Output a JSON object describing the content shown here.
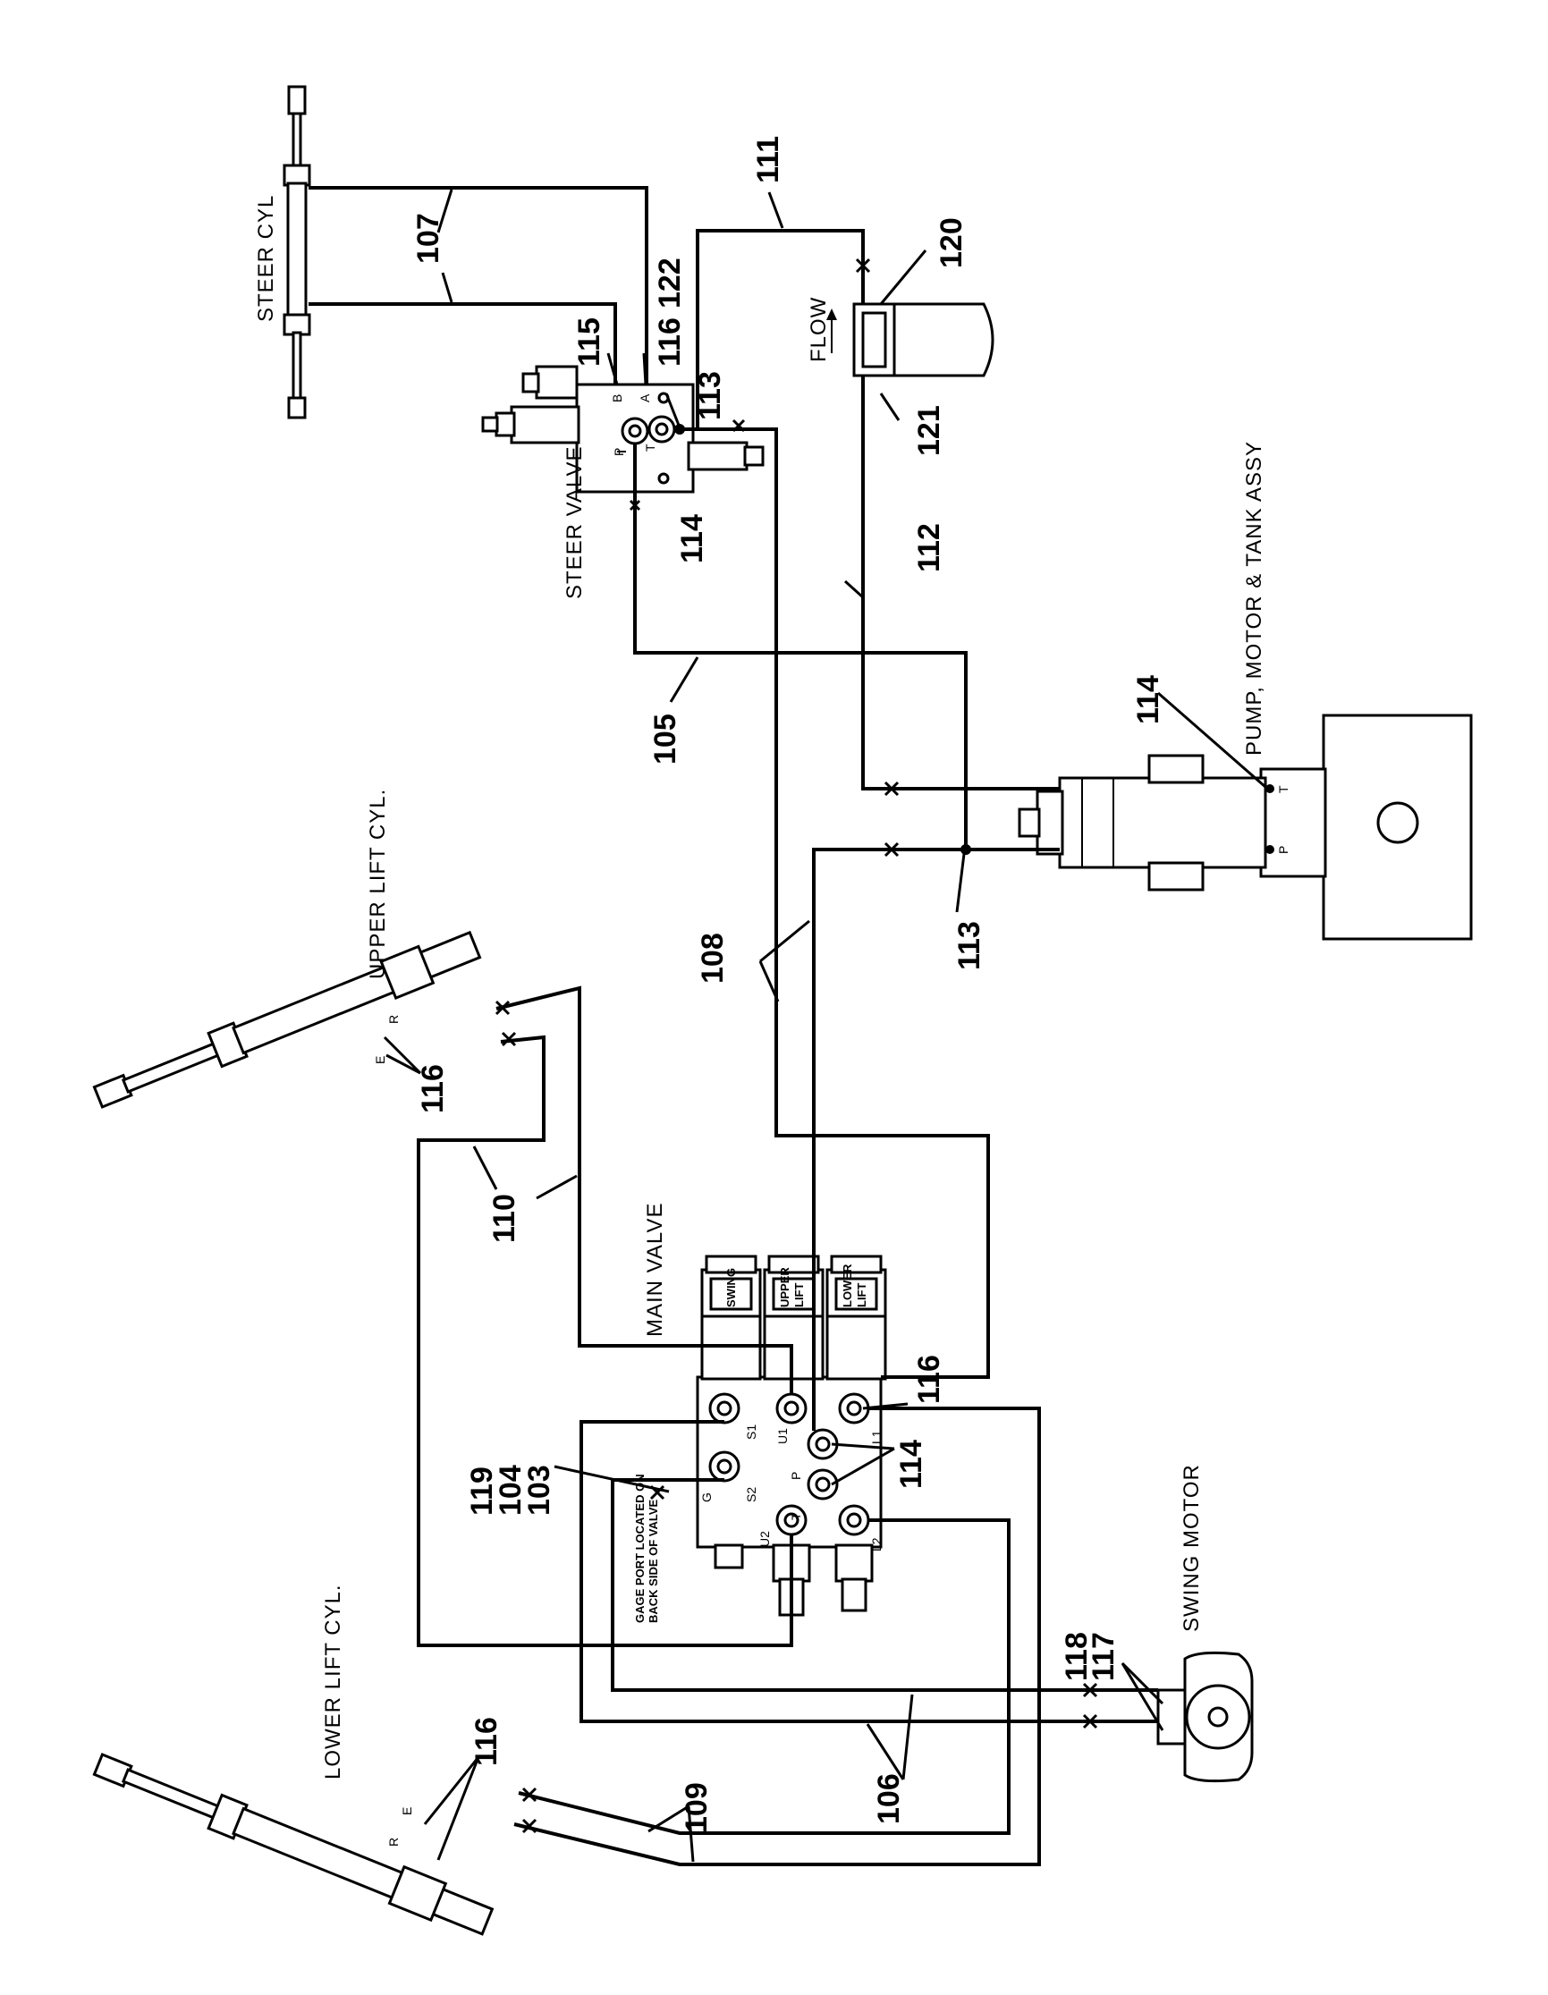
{
  "labels": {
    "steer_cyl": "STEER CYL",
    "steer_valve": "STEER VALVE",
    "pump_assy": "PUMP, MOTOR & TANK ASSY",
    "upper_lift_cyl": "UPPER LIFT CYL.",
    "main_valve": "MAIN VALVE",
    "lower_lift_cyl": "LOWER LIFT CYL.",
    "swing_motor": "SWING MOTOR",
    "flow": "FLOW",
    "gage_note_1": "GAGE PORT LOCATED ON",
    "gage_note_2": "BACK SIDE OF VALVE"
  },
  "solenoids": {
    "swing": "SWING",
    "upper_1": "UPPER",
    "upper_2": "LIFT",
    "lower_1": "LOWER",
    "lower_2": "LIFT"
  },
  "ports": {
    "s1": "S1",
    "s2": "S2",
    "g": "G",
    "u1": "U1",
    "u2": "U2",
    "p": "P",
    "t": "T",
    "l1": "L1",
    "l2": "L2",
    "sv_b": "B",
    "sv_a": "A",
    "sv_p": "P",
    "sv_t": "T",
    "pump_t": "T",
    "pump_p": "P",
    "cyl_r": "R",
    "cyl_e": "E"
  },
  "callouts": {
    "c107": "107",
    "c111": "111",
    "c120": "120",
    "c122": "122",
    "c116": "116",
    "c115": "115",
    "c113": "113",
    "c114": "114",
    "c121": "121",
    "c112": "112",
    "c105": "105",
    "c113b": "113",
    "c114b": "114",
    "c108": "108",
    "c116_upper": "116",
    "c110": "110",
    "c119": "119",
    "c104": "104",
    "c103": "103",
    "c116_main": "116",
    "c114_main": "114",
    "c118": "118",
    "c117": "117",
    "c116_lower": "116",
    "c109": "109",
    "c106": "106"
  }
}
